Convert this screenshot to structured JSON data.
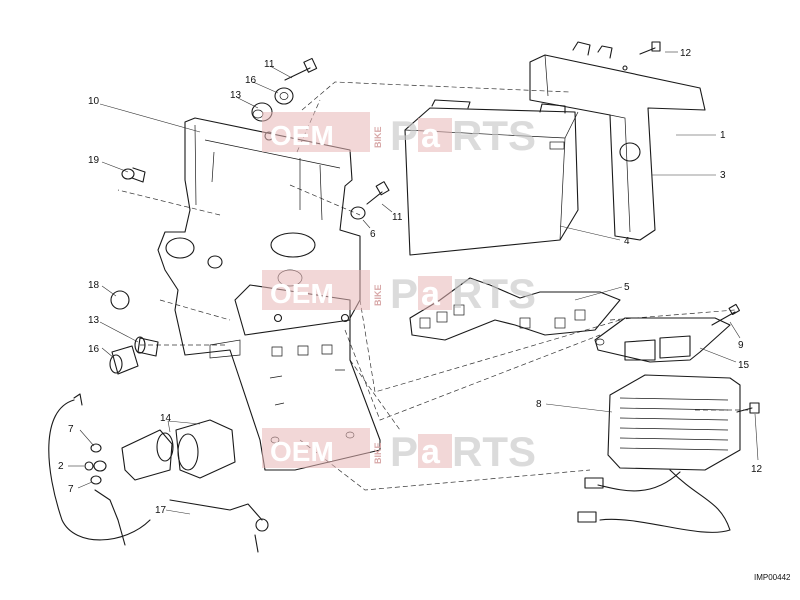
{
  "diagram": {
    "code": "IMP00442",
    "watermark": {
      "oem": "OEM",
      "bike": "BIKE",
      "p": "P",
      "a": "a",
      "rts": "RTS"
    },
    "callouts": [
      {
        "id": "c11a",
        "text": "11"
      },
      {
        "id": "c16a",
        "text": "16"
      },
      {
        "id": "c13a",
        "text": "13"
      },
      {
        "id": "c10",
        "text": "10"
      },
      {
        "id": "c19",
        "text": "19"
      },
      {
        "id": "c18",
        "text": "18"
      },
      {
        "id": "c13b",
        "text": "13"
      },
      {
        "id": "c16b",
        "text": "16"
      },
      {
        "id": "c14",
        "text": "14"
      },
      {
        "id": "c7a",
        "text": "7"
      },
      {
        "id": "c2",
        "text": "2"
      },
      {
        "id": "c7b",
        "text": "7"
      },
      {
        "id": "c17",
        "text": "17"
      },
      {
        "id": "c12a",
        "text": "12"
      },
      {
        "id": "c1",
        "text": "1"
      },
      {
        "id": "c3",
        "text": "3"
      },
      {
        "id": "c11b",
        "text": "11"
      },
      {
        "id": "c6",
        "text": "6"
      },
      {
        "id": "c4",
        "text": "4"
      },
      {
        "id": "c5",
        "text": "5"
      },
      {
        "id": "c9",
        "text": "9"
      },
      {
        "id": "c15",
        "text": "15"
      },
      {
        "id": "c8",
        "text": "8"
      },
      {
        "id": "c12b",
        "text": "12"
      }
    ]
  }
}
